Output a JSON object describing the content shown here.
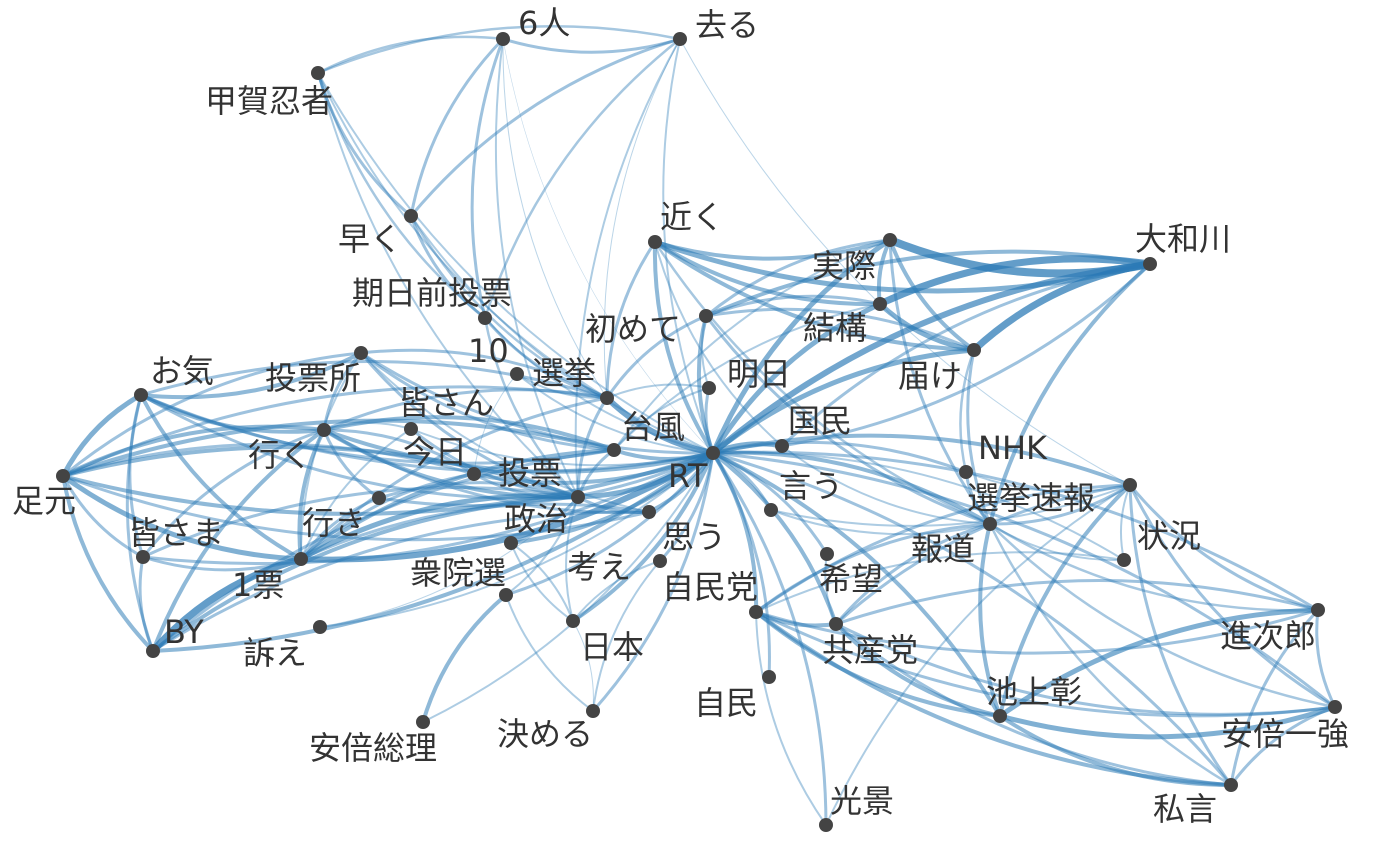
{
  "title": "",
  "colors": {
    "edge": "#2c7bb6",
    "node": "#444444",
    "label": "#333333",
    "background": "#ffffff"
  },
  "nodes": [
    {
      "id": "rt",
      "label": "RT"
    },
    {
      "id": "6nin",
      "label": "6人"
    },
    {
      "id": "saru",
      "label": "去る"
    },
    {
      "id": "koka",
      "label": "甲賀忍者"
    },
    {
      "id": "hayaku",
      "label": "早く"
    },
    {
      "id": "kijitsu",
      "label": "期日前投票"
    },
    {
      "id": "chikaku",
      "label": "近く"
    },
    {
      "id": "jissai",
      "label": "実際"
    },
    {
      "id": "daiwa",
      "label": "大和川"
    },
    {
      "id": "kekko",
      "label": "結構"
    },
    {
      "id": "hajimete",
      "label": "初めて"
    },
    {
      "id": "todoke",
      "label": "届け"
    },
    {
      "id": "ten",
      "label": "10"
    },
    {
      "id": "senkyo",
      "label": "選挙"
    },
    {
      "id": "ashita",
      "label": "明日"
    },
    {
      "id": "oki",
      "label": "お気"
    },
    {
      "id": "tohyojo",
      "label": "投票所"
    },
    {
      "id": "minasan",
      "label": "皆さん"
    },
    {
      "id": "taifu",
      "label": "台風"
    },
    {
      "id": "kokumin",
      "label": "国民"
    },
    {
      "id": "iku",
      "label": "行く"
    },
    {
      "id": "kyo",
      "label": "今日"
    },
    {
      "id": "tohyo",
      "label": "投票"
    },
    {
      "id": "nhk",
      "label": "NHK"
    },
    {
      "id": "ashimoto",
      "label": "足元"
    },
    {
      "id": "iu",
      "label": "言う"
    },
    {
      "id": "sokuho",
      "label": "選挙速報"
    },
    {
      "id": "ikisaki",
      "label": "行き"
    },
    {
      "id": "seiji",
      "label": "政治"
    },
    {
      "id": "omou",
      "label": "思う"
    },
    {
      "id": "minasama",
      "label": "皆さま"
    },
    {
      "id": "hodo",
      "label": "報道"
    },
    {
      "id": "jokyo",
      "label": "状況"
    },
    {
      "id": "ippyo",
      "label": "1票"
    },
    {
      "id": "shuin",
      "label": "衆院選"
    },
    {
      "id": "kangae",
      "label": "考え"
    },
    {
      "id": "jiminto",
      "label": "自民党"
    },
    {
      "id": "kibo",
      "label": "希望"
    },
    {
      "id": "shinjiro",
      "label": "進次郎"
    },
    {
      "id": "by",
      "label": "BY"
    },
    {
      "id": "uttae",
      "label": "訴え"
    },
    {
      "id": "nihon",
      "label": "日本"
    },
    {
      "id": "kyosanto",
      "label": "共産党"
    },
    {
      "id": "jimin",
      "label": "自民"
    },
    {
      "id": "ikegami",
      "label": "池上彰"
    },
    {
      "id": "abeikkyo",
      "label": "安倍一強"
    },
    {
      "id": "abesori",
      "label": "安倍総理"
    },
    {
      "id": "kimeru",
      "label": "決める"
    },
    {
      "id": "kokei",
      "label": "光景"
    },
    {
      "id": "shigen",
      "label": "私言"
    }
  ],
  "edges": [
    [
      "6nin",
      "saru",
      3
    ],
    [
      "6nin",
      "koka",
      2.5
    ],
    [
      "6nin",
      "hayaku",
      3
    ],
    [
      "6nin",
      "kijitsu",
      3
    ],
    [
      "6nin",
      "tohyo",
      2
    ],
    [
      "6nin",
      "senkyo",
      1
    ],
    [
      "6nin",
      "rt",
      0.5
    ],
    [
      "saru",
      "koka",
      2.5
    ],
    [
      "saru",
      "hayaku",
      3
    ],
    [
      "saru",
      "kijitsu",
      2.5
    ],
    [
      "saru",
      "tohyo",
      2
    ],
    [
      "saru",
      "rt",
      2
    ],
    [
      "saru",
      "senkyo",
      1
    ],
    [
      "saru",
      "hodo",
      1
    ],
    [
      "koka",
      "hayaku",
      3
    ],
    [
      "koka",
      "kijitsu",
      2.5
    ],
    [
      "koka",
      "tohyo",
      2
    ],
    [
      "koka",
      "rt",
      2
    ],
    [
      "koka",
      "senkyo",
      2
    ],
    [
      "hayaku",
      "kijitsu",
      3
    ],
    [
      "hayaku",
      "senkyo",
      2.5
    ],
    [
      "hayaku",
      "rt",
      2
    ],
    [
      "kijitsu",
      "senkyo",
      3
    ],
    [
      "kijitsu",
      "rt",
      2
    ],
    [
      "kijitsu",
      "tohyo",
      2.5
    ],
    [
      "chikaku",
      "jissai",
      4
    ],
    [
      "chikaku",
      "daiwa",
      5
    ],
    [
      "chikaku",
      "todoke",
      4
    ],
    [
      "chikaku",
      "kekko",
      4
    ],
    [
      "chikaku",
      "rt",
      4
    ],
    [
      "chikaku",
      "sokuho",
      2.5
    ],
    [
      "chikaku",
      "kokumin",
      2
    ],
    [
      "chikaku",
      "senkyo",
      3
    ],
    [
      "jissai",
      "daiwa",
      8
    ],
    [
      "jissai",
      "todoke",
      4
    ],
    [
      "jissai",
      "kekko",
      4
    ],
    [
      "jissai",
      "rt",
      5
    ],
    [
      "jissai",
      "hajimete",
      3
    ],
    [
      "jissai",
      "sokuho",
      3
    ],
    [
      "jissai",
      "taifu",
      2
    ],
    [
      "daiwa",
      "kekko",
      7
    ],
    [
      "daiwa",
      "todoke",
      7
    ],
    [
      "daiwa",
      "rt",
      6
    ],
    [
      "daiwa",
      "sokuho",
      4
    ],
    [
      "daiwa",
      "hajimete",
      4
    ],
    [
      "daiwa",
      "kokumin",
      3
    ],
    [
      "kekko",
      "todoke",
      5
    ],
    [
      "kekko",
      "rt",
      5
    ],
    [
      "kekko",
      "hajimete",
      3
    ],
    [
      "kekko",
      "taifu",
      2
    ],
    [
      "todoke",
      "rt",
      5
    ],
    [
      "todoke",
      "sokuho",
      3
    ],
    [
      "todoke",
      "nhk",
      2.5
    ],
    [
      "todoke",
      "hajimete",
      3
    ],
    [
      "hajimete",
      "rt",
      4
    ],
    [
      "hajimete",
      "sokuho",
      3
    ],
    [
      "hajimete",
      "senkyo",
      3
    ],
    [
      "hajimete",
      "ashita",
      2
    ],
    [
      "ten",
      "rt",
      2
    ],
    [
      "ten",
      "senkyo",
      2
    ],
    [
      "ten",
      "kyo",
      1
    ],
    [
      "senkyo",
      "rt",
      6
    ],
    [
      "senkyo",
      "tohyo",
      3
    ],
    [
      "senkyo",
      "iku",
      3
    ],
    [
      "senkyo",
      "ashimoto",
      3
    ],
    [
      "senkyo",
      "oki",
      3
    ],
    [
      "senkyo",
      "tohyojo",
      3
    ],
    [
      "senkyo",
      "ippyo",
      3
    ],
    [
      "ashita",
      "rt",
      3
    ],
    [
      "ashita",
      "senkyo",
      2
    ],
    [
      "ashita",
      "taifu",
      2
    ],
    [
      "oki",
      "ashimoto",
      5
    ],
    [
      "oki",
      "iku",
      4
    ],
    [
      "oki",
      "tohyojo",
      4
    ],
    [
      "oki",
      "ippyo",
      4
    ],
    [
      "oki",
      "by",
      3
    ],
    [
      "oki",
      "minasama",
      3
    ],
    [
      "oki",
      "rt",
      3
    ],
    [
      "oki",
      "taifu",
      3
    ],
    [
      "oki",
      "tohyo",
      3
    ],
    [
      "tohyojo",
      "iku",
      3
    ],
    [
      "tohyojo",
      "rt",
      3
    ],
    [
      "tohyojo",
      "ashimoto",
      3
    ],
    [
      "tohyojo",
      "taifu",
      3
    ],
    [
      "tohyojo",
      "tohyo",
      3
    ],
    [
      "tohyojo",
      "ippyo",
      2
    ],
    [
      "tohyojo",
      "omou",
      2
    ],
    [
      "minasan",
      "rt",
      2
    ],
    [
      "minasan",
      "tohyo",
      3
    ],
    [
      "minasan",
      "iku",
      2
    ],
    [
      "minasan",
      "ippyo",
      2
    ],
    [
      "taifu",
      "rt",
      4
    ],
    [
      "taifu",
      "iku",
      4
    ],
    [
      "taifu",
      "ashimoto",
      4
    ],
    [
      "taifu",
      "by",
      3
    ],
    [
      "taifu",
      "ippyo",
      4
    ],
    [
      "taifu",
      "tohyo",
      3
    ],
    [
      "kokumin",
      "rt",
      5
    ],
    [
      "kokumin",
      "sokuho",
      2
    ],
    [
      "kokumin",
      "daiwa",
      3
    ],
    [
      "iku",
      "ashimoto",
      4
    ],
    [
      "iku",
      "rt",
      4
    ],
    [
      "iku",
      "tohyo",
      4
    ],
    [
      "iku",
      "ippyo",
      4
    ],
    [
      "iku",
      "by",
      4
    ],
    [
      "iku",
      "minasama",
      3
    ],
    [
      "iku",
      "ikisaki",
      3
    ],
    [
      "iku",
      "omou",
      3
    ],
    [
      "kyo",
      "rt",
      4
    ],
    [
      "kyo",
      "tohyo",
      3
    ],
    [
      "kyo",
      "iku",
      3
    ],
    [
      "kyo",
      "ippyo",
      3
    ],
    [
      "kyo",
      "ashimoto",
      3
    ],
    [
      "tohyo",
      "rt",
      5
    ],
    [
      "tohyo",
      "ashimoto",
      4
    ],
    [
      "tohyo",
      "ippyo",
      5
    ],
    [
      "tohyo",
      "by",
      4
    ],
    [
      "tohyo",
      "minasama",
      3
    ],
    [
      "tohyo",
      "ikisaki",
      3
    ],
    [
      "tohyo",
      "nihon",
      2
    ],
    [
      "tohyo",
      "omou",
      3
    ],
    [
      "nhk",
      "rt",
      3
    ],
    [
      "nhk",
      "sokuho",
      3
    ],
    [
      "nhk",
      "hodo",
      2
    ],
    [
      "ashimoto",
      "ippyo",
      5
    ],
    [
      "ashimoto",
      "by",
      4
    ],
    [
      "ashimoto",
      "rt",
      4
    ],
    [
      "ashimoto",
      "minasama",
      3
    ],
    [
      "ashimoto",
      "omou",
      3
    ],
    [
      "iu",
      "rt",
      3
    ],
    [
      "iu",
      "sokuho",
      2
    ],
    [
      "iu",
      "hodo",
      2
    ],
    [
      "sokuho",
      "rt",
      4
    ],
    [
      "sokuho",
      "ikegami",
      4
    ],
    [
      "sokuho",
      "shinjiro",
      2.5
    ],
    [
      "sokuho",
      "abeikkyo",
      2.5
    ],
    [
      "sokuho",
      "shigen",
      2.5
    ],
    [
      "sokuho",
      "jiminto",
      3
    ],
    [
      "sokuho",
      "kyosanto",
      3
    ],
    [
      "sokuho",
      "hodo",
      3
    ],
    [
      "sokuho",
      "jokyo",
      2
    ],
    [
      "ikisaki",
      "rt",
      3
    ],
    [
      "ikisaki",
      "ippyo",
      3
    ],
    [
      "seiji",
      "rt",
      4
    ],
    [
      "seiji",
      "tohyo",
      3
    ],
    [
      "seiji",
      "nihon",
      2
    ],
    [
      "omou",
      "rt",
      4
    ],
    [
      "omou",
      "ippyo",
      3
    ],
    [
      "omou",
      "by",
      3
    ],
    [
      "minasama",
      "rt",
      3
    ],
    [
      "minasama",
      "ippyo",
      3
    ],
    [
      "minasama",
      "by",
      3
    ],
    [
      "hodo",
      "rt",
      4
    ],
    [
      "hodo",
      "ikegami",
      4
    ],
    [
      "hodo",
      "shinjiro",
      3
    ],
    [
      "hodo",
      "abeikkyo",
      3
    ],
    [
      "hodo",
      "shigen",
      3
    ],
    [
      "hodo",
      "kyosanto",
      3
    ],
    [
      "hodo",
      "jiminto",
      3
    ],
    [
      "hodo",
      "jokyo",
      2
    ],
    [
      "hodo",
      "kokei",
      2
    ],
    [
      "jokyo",
      "rt",
      2
    ],
    [
      "jokyo",
      "jiminto",
      2
    ],
    [
      "ippyo",
      "rt",
      6
    ],
    [
      "ippyo",
      "by",
      7
    ],
    [
      "shuin",
      "rt",
      3
    ],
    [
      "shuin",
      "abesori",
      4
    ],
    [
      "shuin",
      "kimeru",
      2
    ],
    [
      "shuin",
      "tohyo",
      2
    ],
    [
      "kangae",
      "rt",
      3
    ],
    [
      "kangae",
      "nihon",
      2
    ],
    [
      "kangae",
      "kimeru",
      2
    ],
    [
      "jiminto",
      "rt",
      4
    ],
    [
      "jiminto",
      "kyosanto",
      4
    ],
    [
      "jiminto",
      "ikegami",
      4
    ],
    [
      "jiminto",
      "shinjiro",
      3
    ],
    [
      "jiminto",
      "abeikkyo",
      3
    ],
    [
      "jiminto",
      "shigen",
      4
    ],
    [
      "jiminto",
      "kokei",
      2
    ],
    [
      "kibo",
      "rt",
      3
    ],
    [
      "kibo",
      "kyosanto",
      2
    ],
    [
      "shinjiro",
      "ikegami",
      5
    ],
    [
      "shinjiro",
      "abeikkyo",
      3
    ],
    [
      "shinjiro",
      "shigen",
      3
    ],
    [
      "shinjiro",
      "rt",
      3
    ],
    [
      "shinjiro",
      "kyosanto",
      3
    ],
    [
      "by",
      "rt",
      4
    ],
    [
      "uttae",
      "rt",
      2
    ],
    [
      "uttae",
      "tohyo",
      1
    ],
    [
      "nihon",
      "rt",
      4
    ],
    [
      "nihon",
      "seiji",
      2
    ],
    [
      "kyosanto",
      "rt",
      4
    ],
    [
      "kyosanto",
      "ikegami",
      4
    ],
    [
      "kyosanto",
      "shigen",
      3
    ],
    [
      "kyosanto",
      "abeikkyo",
      3
    ],
    [
      "jimin",
      "rt",
      3
    ],
    [
      "ikegami",
      "abeikkyo",
      5
    ],
    [
      "ikegami",
      "shigen",
      4
    ],
    [
      "ikegami",
      "rt",
      4
    ],
    [
      "abeikkyo",
      "shigen",
      3
    ],
    [
      "abeikkyo",
      "rt",
      3
    ],
    [
      "abesori",
      "rt",
      2
    ],
    [
      "kimeru",
      "rt",
      3
    ],
    [
      "kimeru",
      "nihon",
      1
    ],
    [
      "kokei",
      "rt",
      3
    ],
    [
      "shigen",
      "rt",
      3
    ]
  ]
}
